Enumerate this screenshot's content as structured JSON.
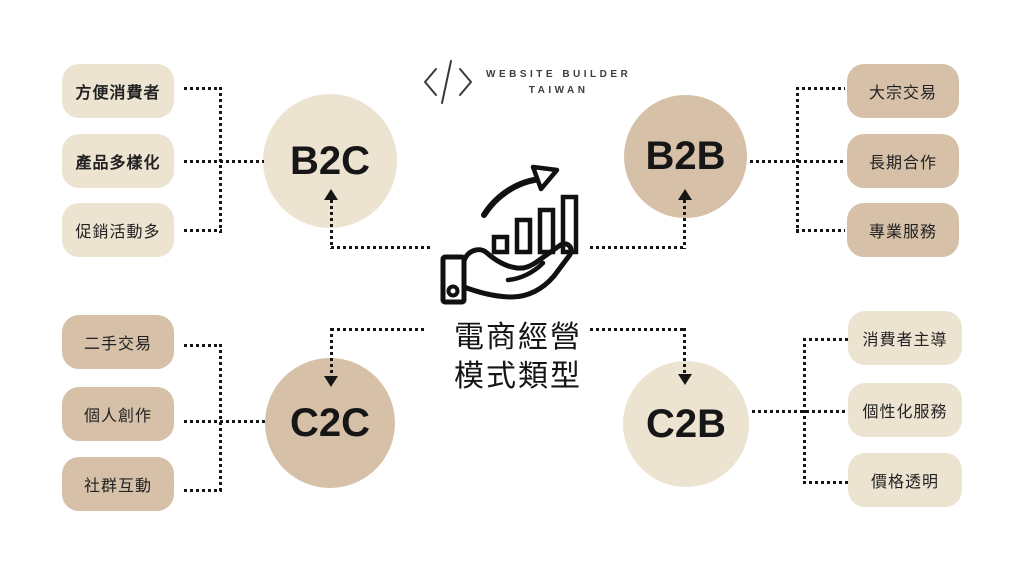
{
  "logo": {
    "icon": "code-slash-icon",
    "name_line1": "WEBSITE BUILDER",
    "name_line2": "TAIWAN"
  },
  "center": {
    "icon": "hand-holding-growth-chart-icon",
    "title_line1": "電商經營",
    "title_line2": "模式類型"
  },
  "colors": {
    "background": "#FFFFFF",
    "beige_light": "#EDE3D1",
    "beige_tan": "#D6C0A7",
    "ink": "#161616",
    "logo_text": "#3D3D3D"
  },
  "nodes": [
    {
      "label": "B2C",
      "features": [
        "方便消費者",
        "產品多樣化",
        "促銷活動多"
      ]
    },
    {
      "label": "B2B",
      "features": [
        "大宗交易",
        "長期合作",
        "專業服務"
      ]
    },
    {
      "label": "C2C",
      "features": [
        "二手交易",
        "個人創作",
        "社群互動"
      ]
    },
    {
      "label": "C2B",
      "features": [
        "消費者主導",
        "個性化服務",
        "價格透明"
      ]
    }
  ]
}
